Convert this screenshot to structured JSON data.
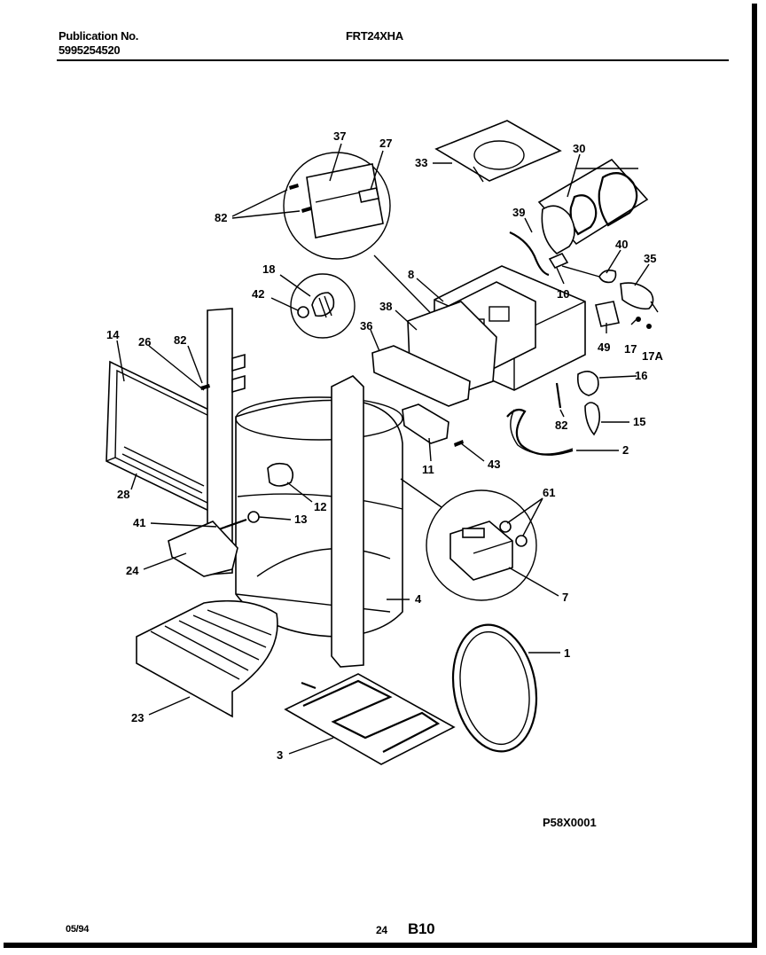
{
  "header": {
    "publication_label": "Publication No.",
    "publication_number": "5995254520",
    "model": "FRT24XHA"
  },
  "diagram": {
    "figure_code": "P58X0001",
    "callouts": [
      "37",
      "27",
      "33",
      "30",
      "82",
      "39",
      "40",
      "35",
      "18",
      "8",
      "42",
      "10",
      "38",
      "36",
      "14",
      "26",
      "82",
      "16",
      "49",
      "17",
      "17A",
      "15",
      "82",
      "2",
      "11",
      "43",
      "28",
      "12",
      "41",
      "13",
      "61",
      "24",
      "4",
      "7",
      "1",
      "23",
      "3"
    ]
  },
  "footer": {
    "date": "05/94",
    "page_number": "24",
    "section": "B10"
  }
}
